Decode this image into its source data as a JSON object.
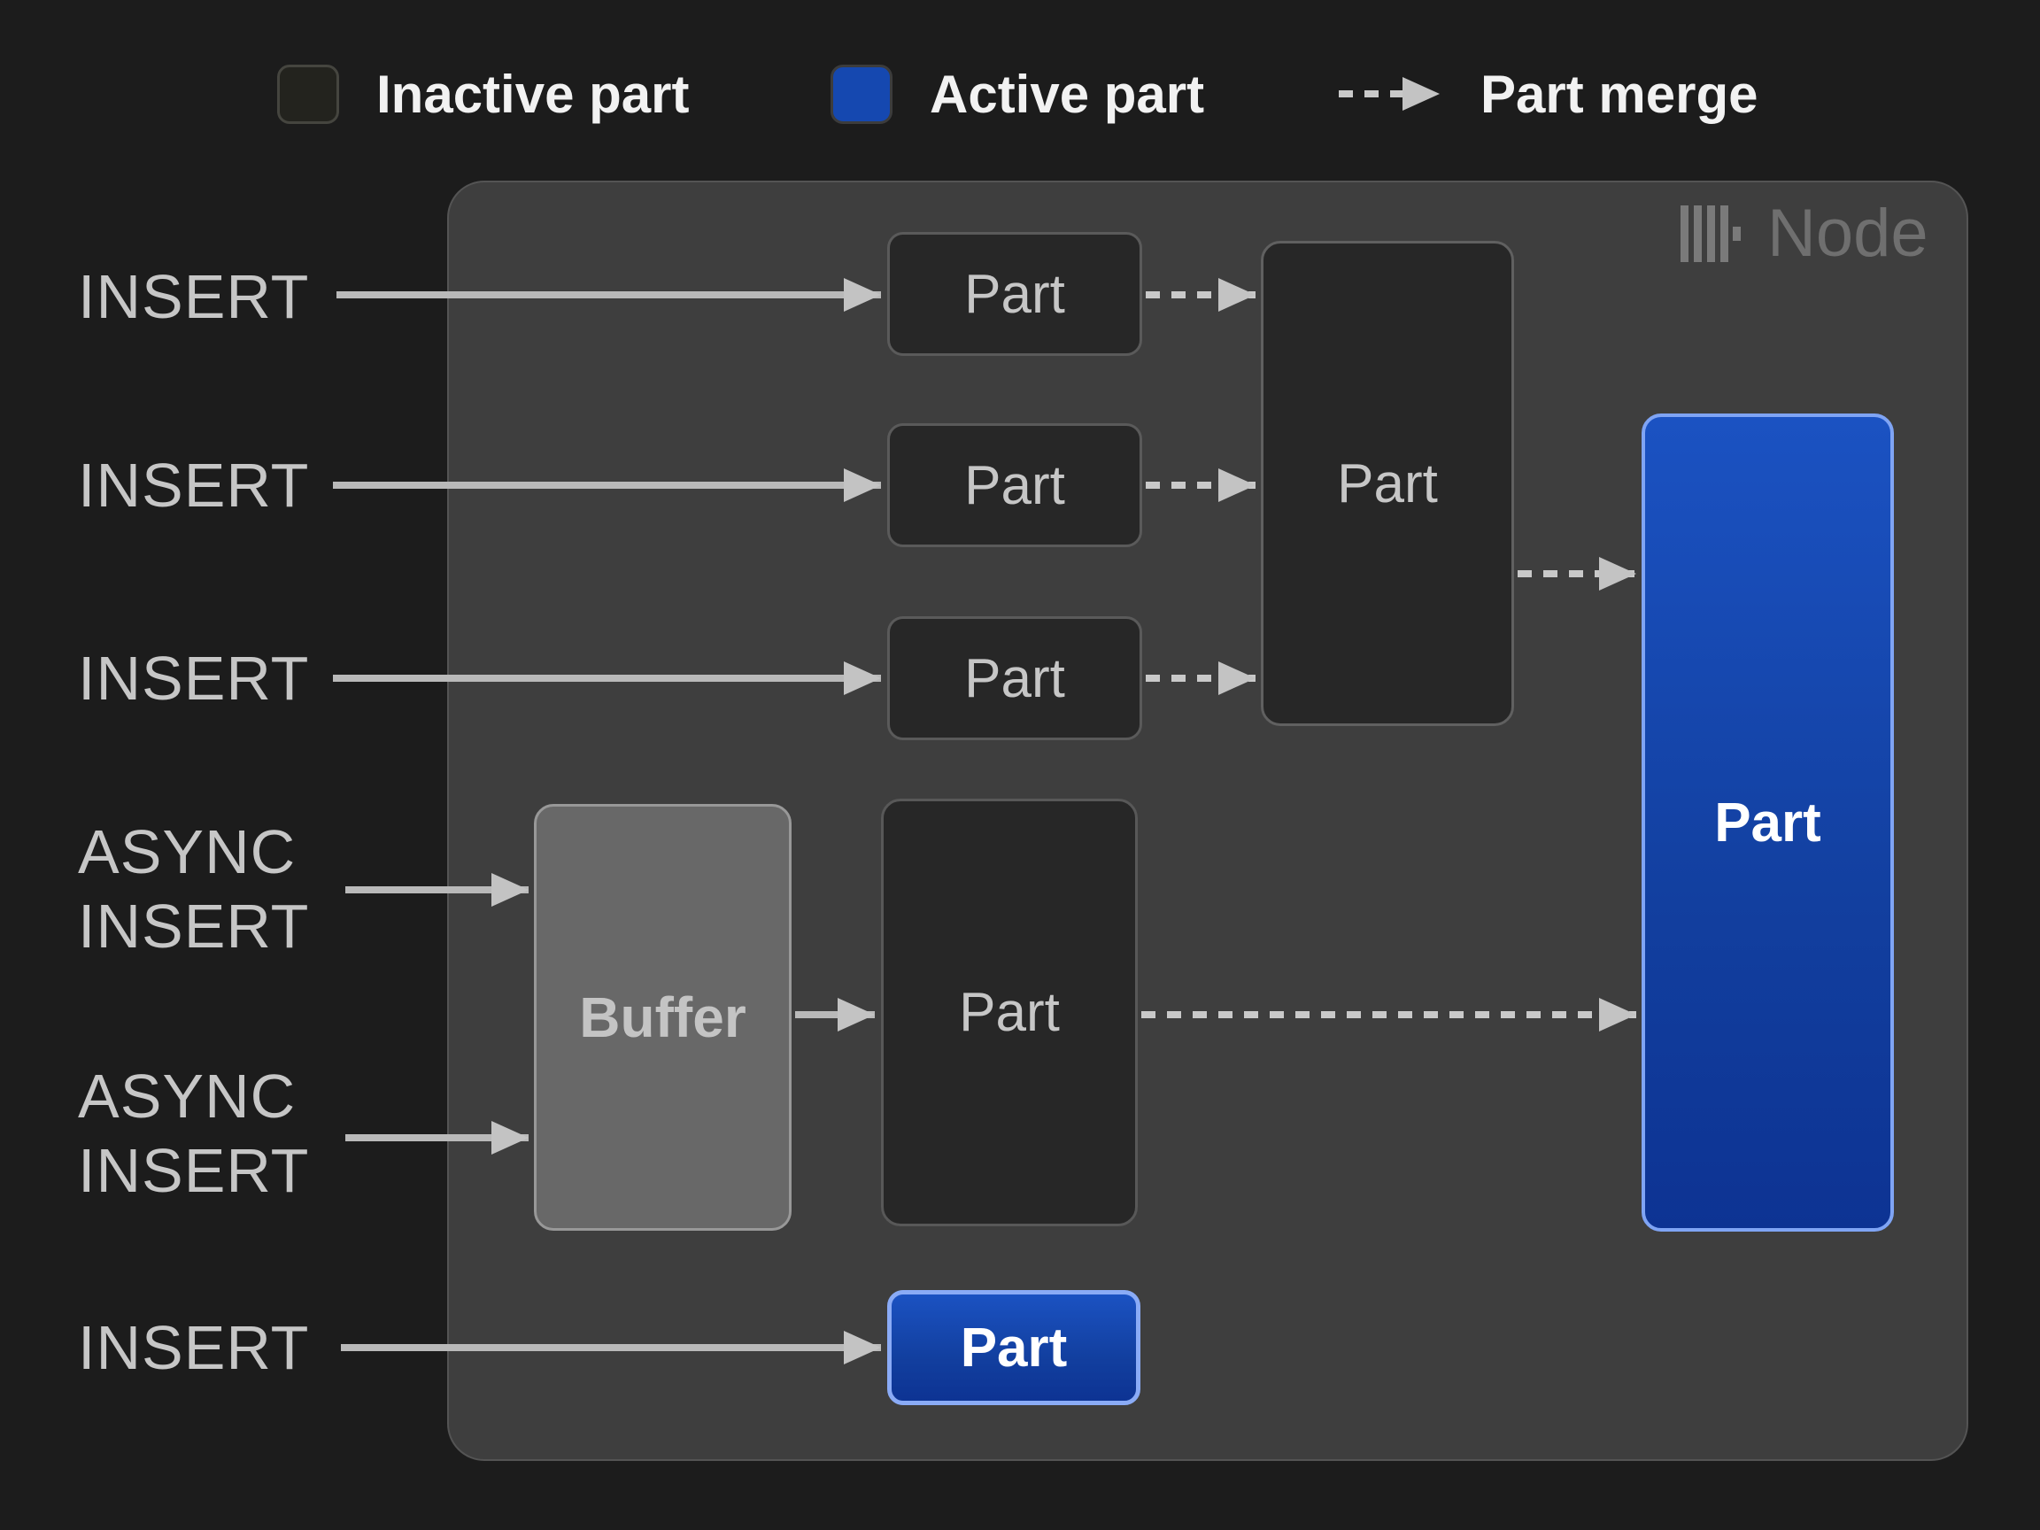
{
  "colors": {
    "background": "#1c1c1c",
    "node_fill": "#3e3e3e",
    "inactive_part_fill": "#262626",
    "inactive_part_border": "#5a5a5a",
    "buffer_fill": "#686868",
    "active_part_blue": "#1548b0",
    "active_part_border": "#84a7f5",
    "arrow_gray": "#bdbdbd"
  },
  "legend": {
    "inactive_label": "Inactive part",
    "active_label": "Active part",
    "merge_label": "Part merge"
  },
  "node": {
    "title": "Node"
  },
  "inputs": [
    {
      "lines": [
        "INSERT"
      ]
    },
    {
      "lines": [
        "INSERT"
      ]
    },
    {
      "lines": [
        "INSERT"
      ]
    },
    {
      "lines": [
        "ASYNC",
        "INSERT"
      ]
    },
    {
      "lines": [
        "ASYNC",
        "INSERT"
      ]
    },
    {
      "lines": [
        "INSERT"
      ]
    }
  ],
  "parts": {
    "small": [
      "Part",
      "Part",
      "Part"
    ],
    "merged": "Part",
    "buffer": "Buffer",
    "buffered": "Part",
    "active_big": "Part",
    "active_small": "Part"
  }
}
